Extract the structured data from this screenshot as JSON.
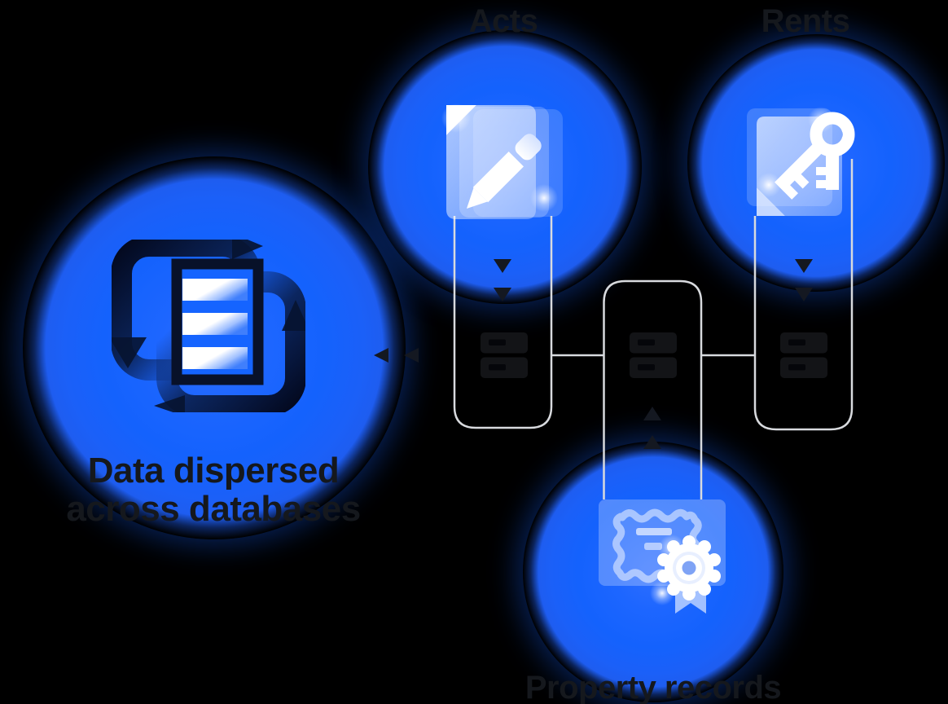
{
  "diagram": {
    "source": {
      "label_line1": "Data dispersed",
      "label_line2": "across databases",
      "icon": "sync-documents-icon"
    },
    "databases": [
      {
        "id": "acts",
        "label": "Acts",
        "icon": "document-pencil-icon"
      },
      {
        "id": "rents",
        "label": "Rents",
        "icon": "document-keys-icon"
      },
      {
        "id": "property",
        "label": "Property records",
        "icon": "certificate-seal-icon"
      }
    ],
    "flow_note_icons": [
      "server-stack-icon",
      "arrow-down-icon",
      "arrow-up-icon",
      "arrow-left-icon"
    ]
  },
  "colors": {
    "background": "#000000",
    "circle_blue": "#1564ff",
    "dark_navy": "#071431",
    "connector_line": "#d8dade",
    "arrow_dark": "#141821",
    "server_box": "#131417",
    "label_text": "#15181d",
    "icon_white": "#ffffff"
  }
}
